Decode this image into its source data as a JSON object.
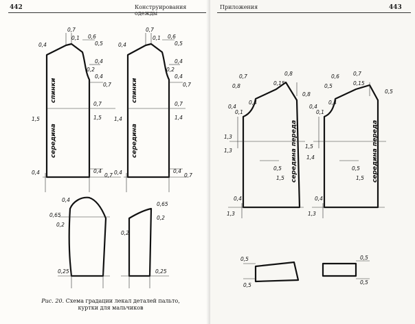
{
  "left_page": {
    "page_number": "442",
    "running_title": "Конструирования одежды",
    "caption_prefix": "Рис. 20.",
    "caption_text": "Схема градации лекал деталей пальто, куртки для мальчиков",
    "piece_labels": {
      "back_1_top": "спинки",
      "back_1_bottom": "середина",
      "back_2_top": "спинки",
      "back_2_bottom": "середина"
    },
    "grade_values": {
      "back_1": [
        "0,7",
        "0,1",
        "0,6",
        "0,5",
        "0,4",
        "0,4",
        "0,2",
        "0,4",
        "0,7",
        "0,7",
        "1,5",
        "1,5",
        "0,4",
        "0,4",
        "0,7"
      ],
      "back_2": [
        "0,7",
        "0,1",
        "0,6",
        "0,5",
        "0,4",
        "0,4",
        "0,2",
        "0,4",
        "0,7",
        "0,7",
        "1,4",
        "1,4",
        "0,4",
        "0,4",
        "0,7"
      ],
      "sleeve_1": [
        "0,4",
        "0,65",
        "0,2",
        "0,25"
      ],
      "sleeve_2": [
        "0,65",
        "0,2",
        "0,2",
        "0,25"
      ]
    }
  },
  "right_page": {
    "page_number": "443",
    "running_title": "Приложения",
    "piece_labels": {
      "front_1": "середина переда",
      "front_2": "середина переда"
    },
    "grade_values": {
      "front_1": [
        "0,7",
        "0,8",
        "0,8",
        "0,15",
        "0,8",
        "0,4",
        "0,1",
        "0,4",
        "1,3",
        "1,3",
        "0,5",
        "1,5",
        "0,4",
        "1,3"
      ],
      "front_2": [
        "0,6",
        "0,7",
        "0,5",
        "0,15",
        "0,5",
        "0,4",
        "0,1",
        "0,4",
        "1,5",
        "1,4",
        "0,5",
        "1,5",
        "0,4",
        "1,3"
      ],
      "collar_1": [
        "0,5",
        "0,5"
      ],
      "collar_2": [
        "0,5",
        "0,5"
      ]
    }
  }
}
